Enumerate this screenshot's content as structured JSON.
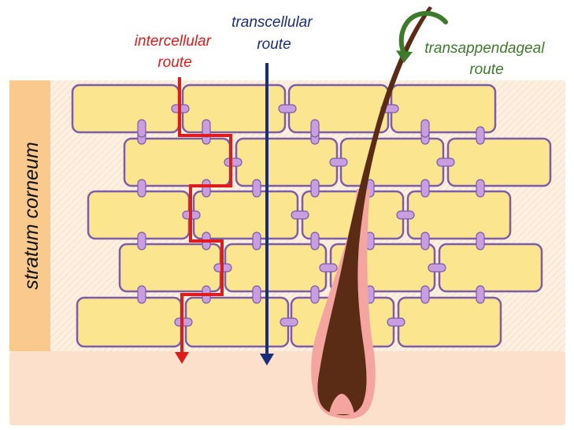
{
  "layer_label": "stratum corneum",
  "routes": [
    {
      "id": "intercellular",
      "lines": [
        "intercellular",
        "route"
      ],
      "color": "#e01b1b"
    },
    {
      "id": "transcellular",
      "lines": [
        "transcellular",
        "route"
      ],
      "color": "#1b2d7a"
    },
    {
      "id": "transappendageal",
      "lines": [
        "transappendageal",
        "route"
      ],
      "color": "#3e7a2b"
    }
  ],
  "colors": {
    "cell_fill": "#fbe58f",
    "cell_border": "#7d5ca8",
    "junction": "#c99ee0",
    "layer_label_bg": "#f9c98e",
    "dermis_bg": "#fde0cc",
    "tissue_bg": "#fdf0e0",
    "hair": "#5a2c16",
    "follicle": "#f4a5a0"
  }
}
